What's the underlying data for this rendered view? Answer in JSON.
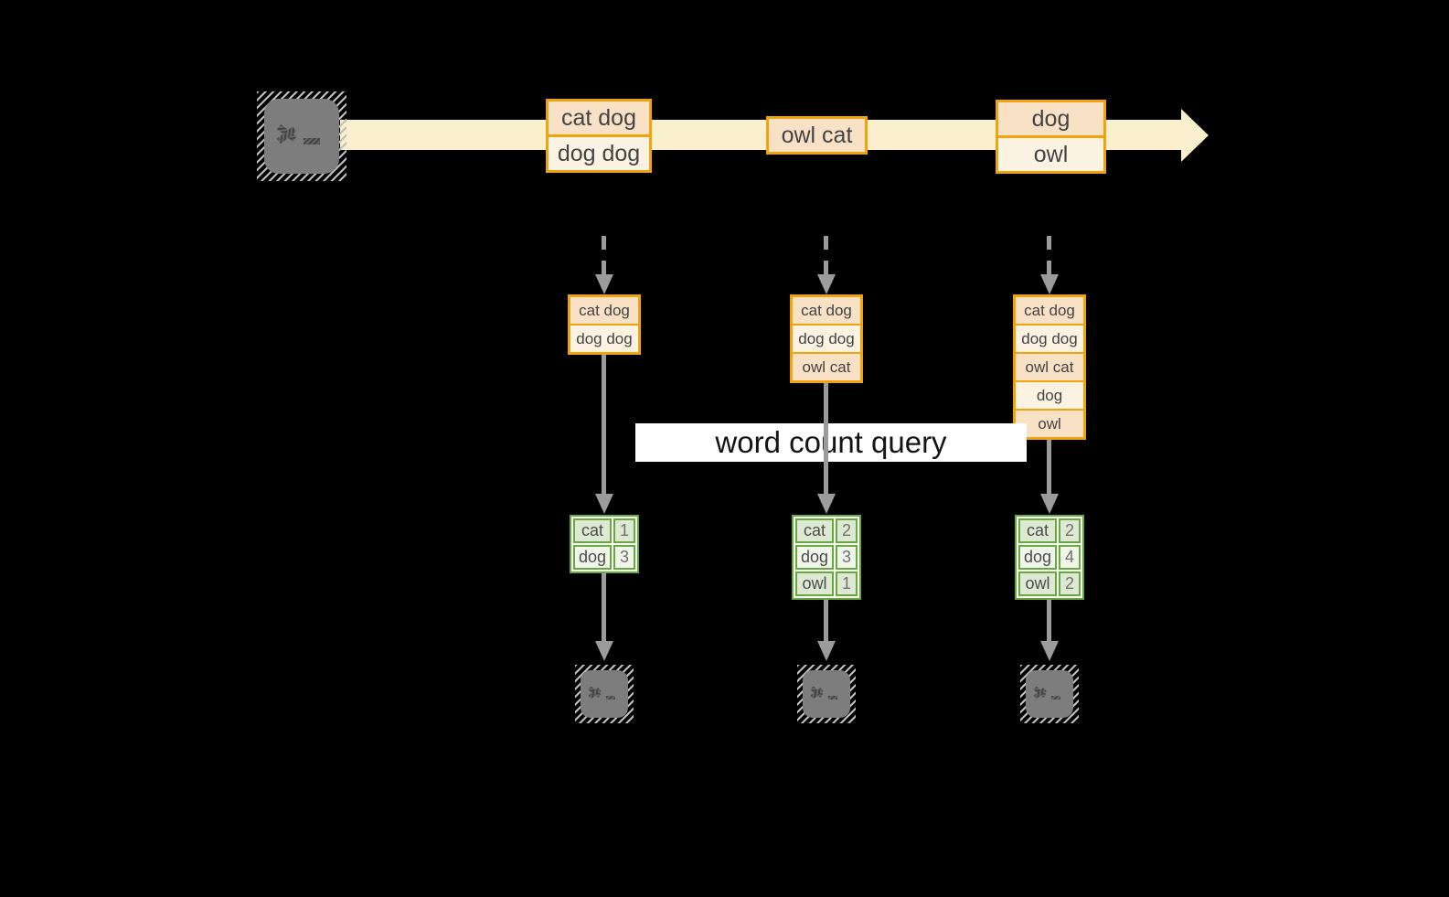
{
  "diagram": {
    "banner": {
      "label": "word count query"
    },
    "stream": {
      "events": [
        {
          "lines": [
            "cat dog",
            "dog dog"
          ]
        },
        {
          "lines": [
            "owl cat"
          ]
        },
        {
          "lines": [
            "dog",
            "owl"
          ]
        }
      ]
    },
    "micro_batches": [
      {
        "batch": [
          "cat dog",
          "dog dog"
        ],
        "counts": [
          {
            "word": "cat",
            "count": "1"
          },
          {
            "word": "dog",
            "count": "3"
          }
        ]
      },
      {
        "batch": [
          "cat dog",
          "dog dog",
          "owl cat"
        ],
        "counts": [
          {
            "word": "cat",
            "count": "2"
          },
          {
            "word": "dog",
            "count": "3"
          },
          {
            "word": "owl",
            "count": "1"
          }
        ]
      },
      {
        "batch": [
          "cat dog",
          "dog dog",
          "owl cat",
          "dog",
          "owl"
        ],
        "counts": [
          {
            "word": "cat",
            "count": "2"
          },
          {
            "word": "dog",
            "count": "4"
          },
          {
            "word": "owl",
            "count": "2"
          }
        ]
      }
    ],
    "icons": {
      "source": "terminal-icon",
      "outputs": [
        "terminal-icon",
        "terminal-icon",
        "terminal-icon"
      ]
    }
  },
  "colors": {
    "background": "#000000",
    "band_cream": "#FAF0CD",
    "amber_border": "#F0A30A",
    "fill_peach": "#F9E1C6",
    "fill_cream": "#FDF3E3",
    "green_border": "#69A740",
    "green_row_dark": "#DDE9D3",
    "green_row_light": "#F1F6EB",
    "arrow_gray": "#9B9B9B",
    "terminal_gray": "#7D7D7D",
    "text_dark": "#434343",
    "banner_bg": "#FFFFFF",
    "banner_text": "#141414"
  }
}
